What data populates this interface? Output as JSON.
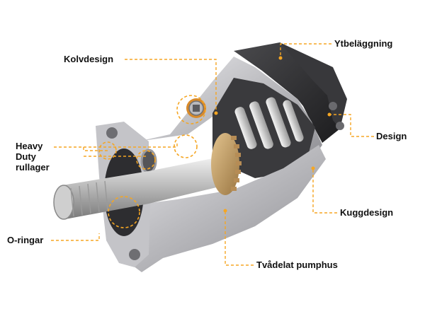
{
  "colors": {
    "leader": "#f5a623",
    "label": "#111111",
    "housing_light": "#d9d9dc",
    "housing_dark": "#2b2b2d",
    "gear": "#c9a36a",
    "background": "#ffffff"
  },
  "callouts": {
    "kolvdesign": "Kolvdesign",
    "ytbelaggning": "Ytbeläggning",
    "design": "Design",
    "heavy_duty": [
      "Heavy",
      "Duty",
      "rullager"
    ],
    "kuggdesign": "Kuggdesign",
    "o_ringar": "O-ringar",
    "tvadelat_pumphus": "Tvådelat pumphus"
  }
}
